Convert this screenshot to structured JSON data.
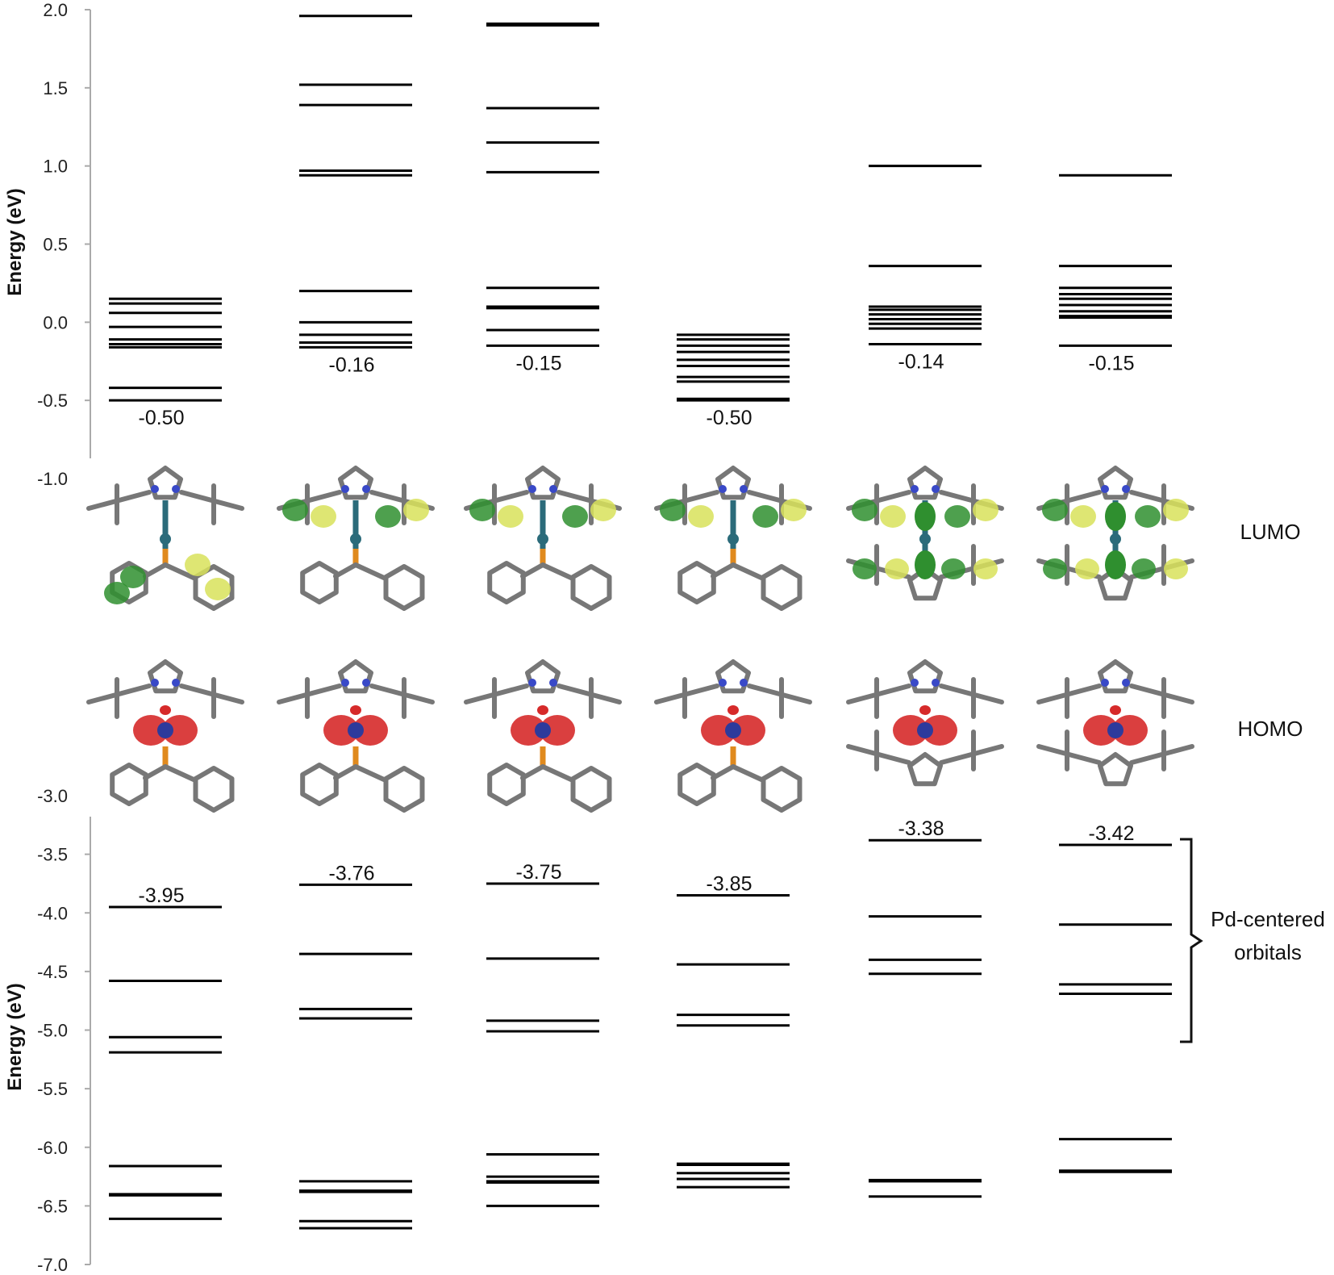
{
  "chart_data": {
    "type": "energy-level diagram",
    "title": "",
    "ylabel": "Energy (eV)",
    "y_ticks_top": [
      "2.0",
      "1.5",
      "1.0",
      "0.5",
      "0.0",
      "-0.5",
      "-1.0"
    ],
    "y_ticks_bottom": [
      "-3.0",
      "-3.5",
      "-4.0",
      "-4.5",
      "-5.0",
      "-5.5",
      "-6.0",
      "-6.5",
      "-7.0"
    ],
    "ylim_top": [
      -1.0,
      2.0
    ],
    "ylim_bottom": [
      -7.0,
      -3.0
    ],
    "orbital_labels": {
      "lumo": "LUMO",
      "homo": "HOMO"
    },
    "bracket_label": [
      "Pd-centered",
      "orbitals"
    ],
    "columns": [
      {
        "unoccupied_levels": [
          0.15,
          0.12,
          0.06,
          -0.03,
          -0.11,
          -0.14,
          -0.16,
          -0.42,
          -0.5
        ],
        "occupied_levels": [
          -3.95,
          -4.58,
          -5.06,
          -5.19,
          -6.16,
          -6.4,
          -6.41,
          -6.61
        ],
        "lumo_label": "-0.50",
        "homo_label": "-3.95"
      },
      {
        "unoccupied_levels": [
          1.96,
          1.52,
          1.39,
          0.97,
          0.94,
          0.2,
          0.0,
          -0.08,
          -0.13,
          -0.16
        ],
        "occupied_levels": [
          -3.76,
          -4.35,
          -4.82,
          -4.9,
          -6.29,
          -6.37,
          -6.38,
          -6.63,
          -6.69
        ],
        "lumo_label": "-0.16",
        "homo_label": "-3.76"
      },
      {
        "unoccupied_levels": [
          1.91,
          1.9,
          1.37,
          1.15,
          0.96,
          0.22,
          0.1,
          0.09,
          -0.05,
          -0.15
        ],
        "occupied_levels": [
          -3.75,
          -4.39,
          -4.92,
          -5.01,
          -6.06,
          -6.25,
          -6.29,
          -6.3,
          -6.5
        ],
        "lumo_label": "-0.15",
        "homo_label": "-3.75"
      },
      {
        "unoccupied_levels": [
          -0.08,
          -0.11,
          -0.15,
          -0.19,
          -0.24,
          -0.28,
          -0.35,
          -0.38,
          -0.49,
          -0.5
        ],
        "occupied_levels": [
          -3.85,
          -4.44,
          -4.87,
          -4.96,
          -6.14,
          -6.15,
          -6.22,
          -6.27,
          -6.34
        ],
        "lumo_label": "-0.50",
        "homo_label": "-3.85"
      },
      {
        "unoccupied_levels": [
          1.0,
          0.36,
          0.1,
          0.08,
          0.05,
          0.02,
          -0.01,
          -0.04,
          -0.14
        ],
        "occupied_levels": [
          -3.38,
          -4.03,
          -4.4,
          -4.52,
          -6.28,
          -6.29,
          -6.42
        ],
        "lumo_label": "-0.14",
        "homo_label": "-3.38"
      },
      {
        "unoccupied_levels": [
          0.94,
          0.36,
          0.22,
          0.18,
          0.15,
          0.11,
          0.07,
          0.04,
          0.03,
          -0.15
        ],
        "occupied_levels": [
          -3.42,
          -4.1,
          -4.61,
          -4.69,
          -5.93,
          -6.2,
          -6.21
        ],
        "lumo_label": "-0.15",
        "homo_label": "-3.42"
      }
    ]
  }
}
